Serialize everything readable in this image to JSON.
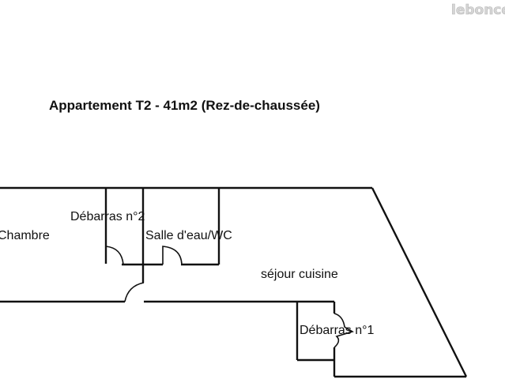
{
  "watermark": "leboncoin",
  "title": "Appartement T2 -  41m2 (Rez-de-chaussée)",
  "rooms": {
    "chambre": "Chambre",
    "debarras2": "Débarras n°2",
    "salle_eau": "Salle d'eau/WC",
    "sejour": "séjour cuisine",
    "debarras1": "Débarras n°1"
  },
  "colors": {
    "walls": "#111111",
    "background": "#ffffff",
    "watermark": "#d6d6d6"
  }
}
